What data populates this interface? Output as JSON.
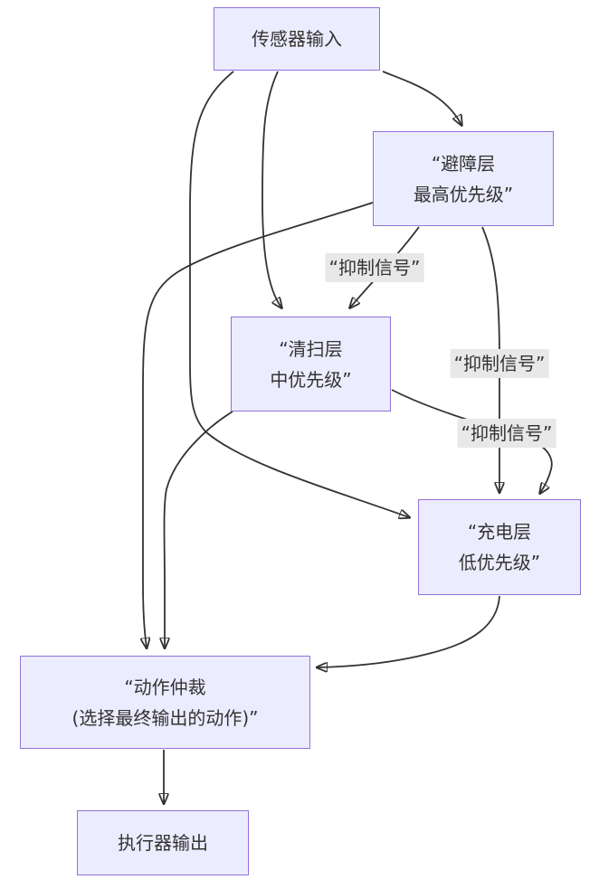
{
  "diagram": {
    "type": "flowchart",
    "direction": "top-down",
    "nodes": {
      "sensor": {
        "label": "传感器输入"
      },
      "avoid": {
        "lines": [
          "“避障层",
          "最高优先级”"
        ]
      },
      "clean": {
        "lines": [
          "“清扫层",
          "中优先级”"
        ]
      },
      "charge": {
        "lines": [
          "“充电层",
          "低优先级”"
        ]
      },
      "arbiter": {
        "lines": [
          "“动作仲裁",
          "(选择最终输出的动作)”"
        ]
      },
      "actuator": {
        "label": "执行器输出"
      }
    },
    "edge_labels": {
      "avoid_to_clean": "“抑制信号”",
      "avoid_to_charge": "“抑制信号”",
      "clean_to_charge": "“抑制信号”"
    },
    "edges": [
      {
        "from": "sensor",
        "to": "avoid",
        "label": ""
      },
      {
        "from": "sensor",
        "to": "clean",
        "label": ""
      },
      {
        "from": "sensor",
        "to": "charge",
        "label": ""
      },
      {
        "from": "avoid",
        "to": "clean",
        "label": "“抑制信号”"
      },
      {
        "from": "avoid",
        "to": "charge",
        "label": "“抑制信号”"
      },
      {
        "from": "clean",
        "to": "charge",
        "label": "“抑制信号”"
      },
      {
        "from": "avoid",
        "to": "arbiter",
        "label": ""
      },
      {
        "from": "clean",
        "to": "arbiter",
        "label": ""
      },
      {
        "from": "charge",
        "to": "arbiter",
        "label": ""
      },
      {
        "from": "arbiter",
        "to": "actuator",
        "label": ""
      }
    ],
    "colors": {
      "node_fill": "#ECECFF",
      "node_border": "#9370DB",
      "edge_line": "#333333",
      "edge_label_bg": "#e8e8e8",
      "text": "#333333"
    }
  }
}
